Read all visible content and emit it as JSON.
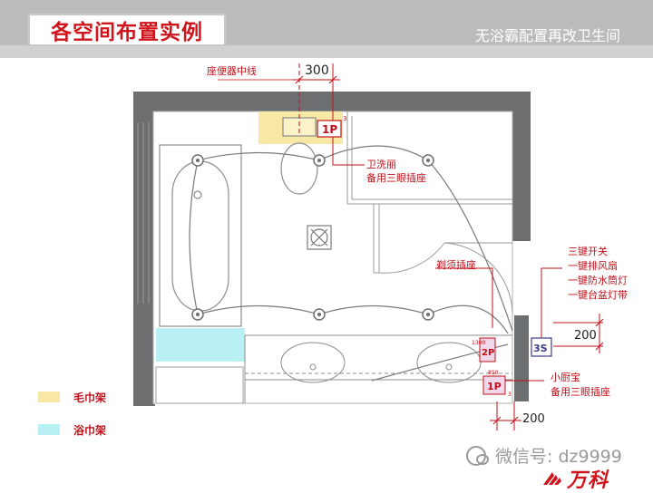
{
  "header": {
    "title": "各空间布置实例",
    "subtitle": "无浴霸配置再改卫生间"
  },
  "plan": {
    "toilet_centerline_label": "座便器中线",
    "top_dimension": "300",
    "outlet_1p_code": "1P",
    "outlet_1p_small": "3",
    "outlet_1p_label_1": "卫洗丽",
    "outlet_1p_label_2": "备用三眼插座",
    "shaver_outlet_label": "剃须插座",
    "switch_label_1": "三键开关",
    "switch_label_2": "一键排风扇",
    "switch_label_3": "一键防水筒灯",
    "switch_label_4": "一键台盆灯带",
    "switch_code": "3S",
    "switch_dimension": "200",
    "outlet_2p_code": "2P",
    "outlet_2p_height": "1300",
    "outlet_1p_lower_code": "1P",
    "outlet_1p_lower_height": "850",
    "outlet_1p_lower_small": "3",
    "kitchen_heater_label_1": "小厨宝",
    "kitchen_heater_label_2": "备用三眼插座",
    "bottom_dimension": "200"
  },
  "legend": [
    {
      "label": "毛巾架",
      "color": "#f7e8a6"
    },
    {
      "label": "浴巾架",
      "color": "#b8f0f4"
    }
  ],
  "watermark": {
    "text": "微信号: dz9999"
  },
  "logo": {
    "text": "万科"
  },
  "colors": {
    "accent": "#d0141c",
    "wall": "#6d6e70",
    "towel_rack": "#f7e8a6",
    "bath_towel_rack": "#b8f0f4"
  }
}
